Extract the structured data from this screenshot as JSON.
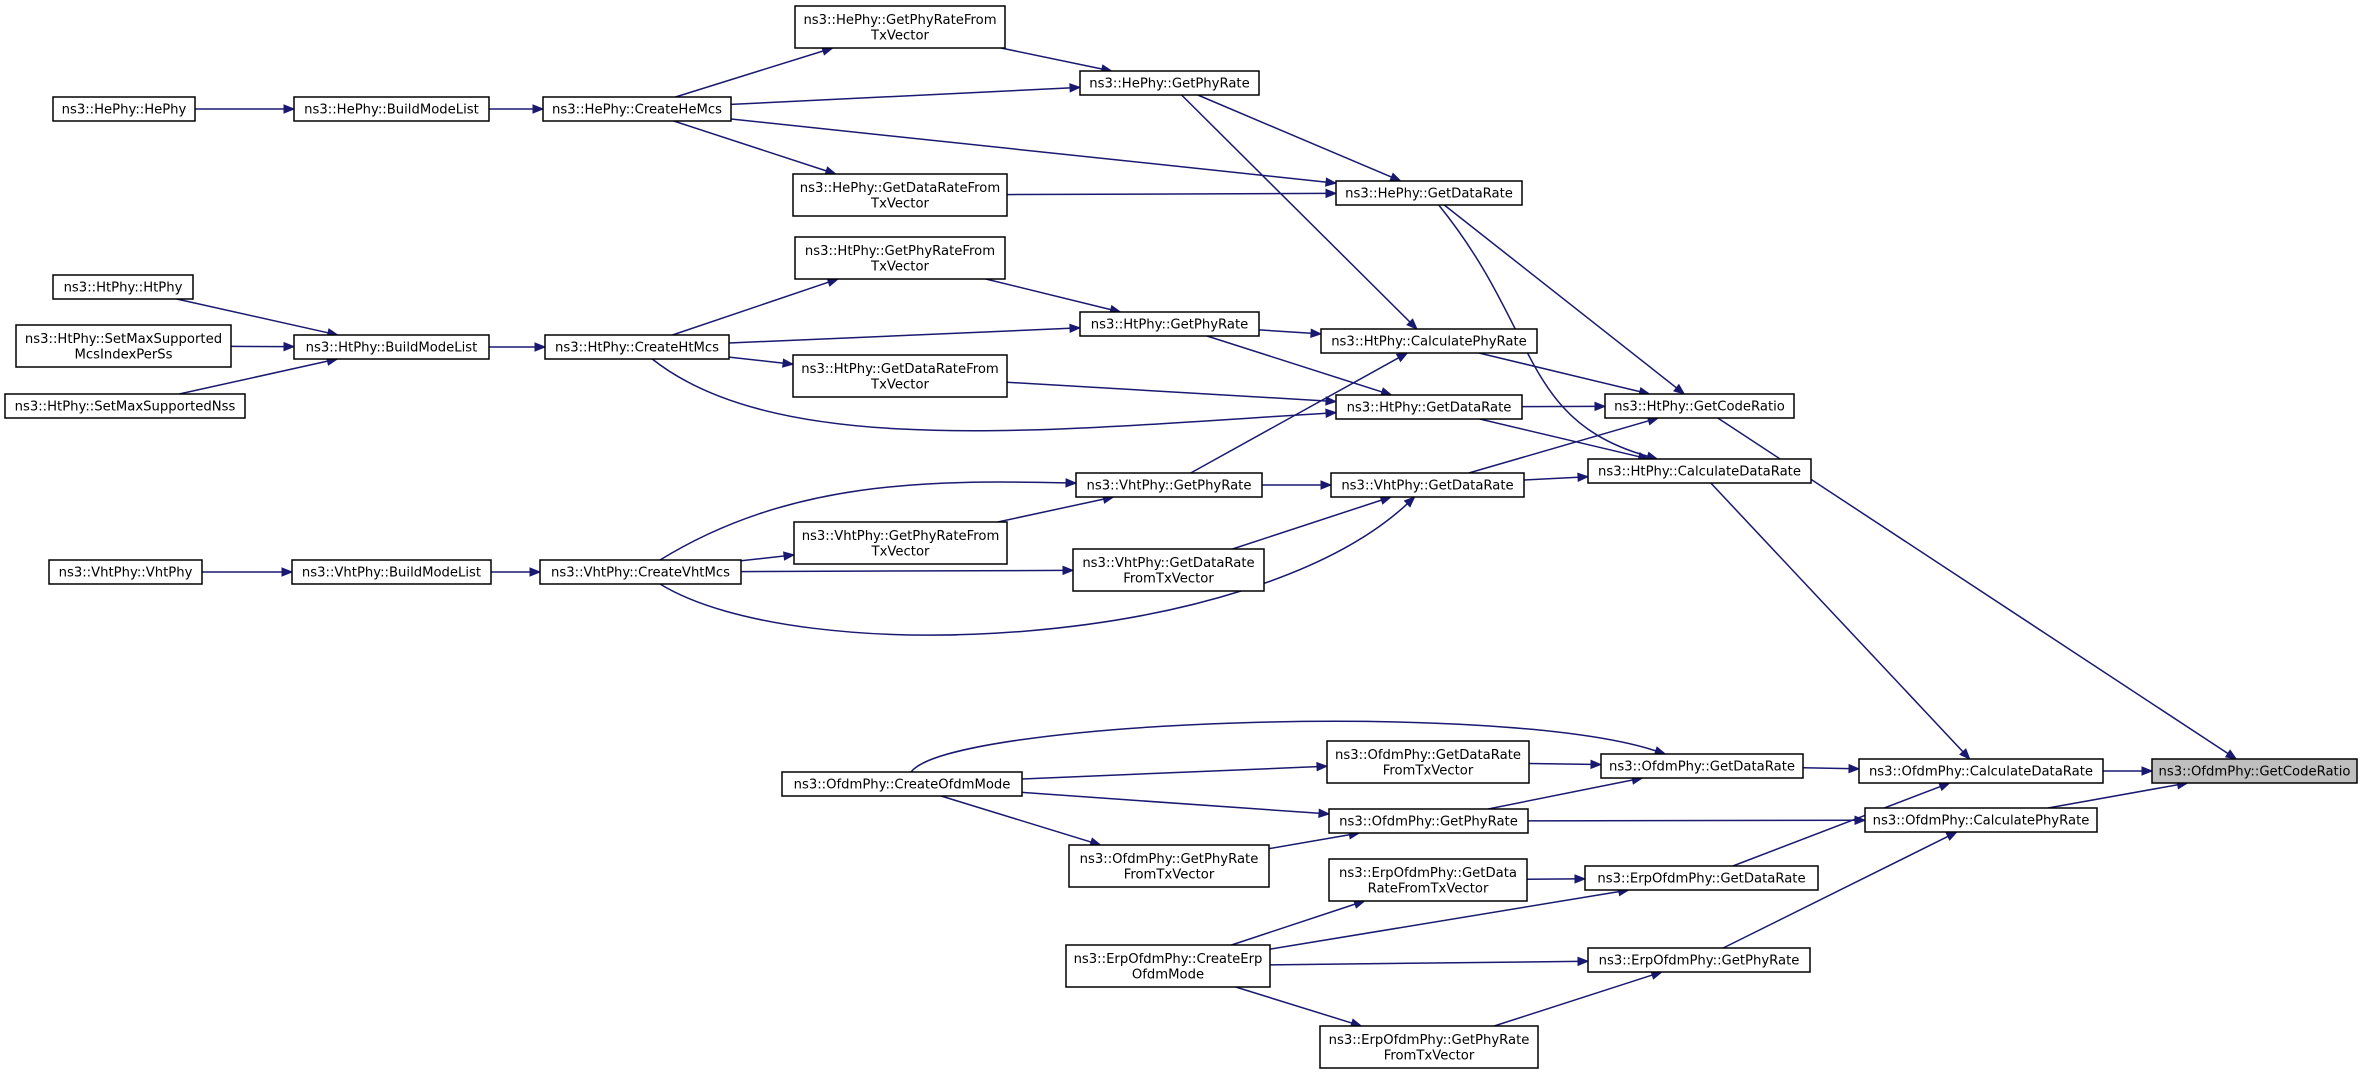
{
  "colors": {
    "edge": "#191970",
    "root_fill": "#bfbfbf",
    "node_fill": "#ffffff",
    "border": "#000000"
  },
  "nodes": [
    {
      "id": "ofdm_getcoderatio",
      "lines": [
        "ns3::OfdmPhy::GetCodeRatio"
      ],
      "root": true
    },
    {
      "id": "ofdm_calcdatarate",
      "lines": [
        "ns3::OfdmPhy::CalculateDataRate"
      ]
    },
    {
      "id": "ofdm_calcphyrate",
      "lines": [
        "ns3::OfdmPhy::CalculatePhyRate"
      ]
    },
    {
      "id": "ofdm_getdatarate",
      "lines": [
        "ns3::OfdmPhy::GetDataRate"
      ]
    },
    {
      "id": "ofdm_getphyrate",
      "lines": [
        "ns3::OfdmPhy::GetPhyRate"
      ]
    },
    {
      "id": "ofdm_getdataratefromtx",
      "lines": [
        "ns3::OfdmPhy::GetDataRate",
        "FromTxVector"
      ]
    },
    {
      "id": "ofdm_getphyratefromtx",
      "lines": [
        "ns3::OfdmPhy::GetPhyRate",
        "FromTxVector"
      ]
    },
    {
      "id": "ofdm_createofdmmode",
      "lines": [
        "ns3::OfdmPhy::CreateOfdmMode"
      ]
    },
    {
      "id": "erp_getdatarate",
      "lines": [
        "ns3::ErpOfdmPhy::GetDataRate"
      ]
    },
    {
      "id": "erp_getphyrate",
      "lines": [
        "ns3::ErpOfdmPhy::GetPhyRate"
      ]
    },
    {
      "id": "erp_getdataratefromtx",
      "lines": [
        "ns3::ErpOfdmPhy::GetData",
        "RateFromTxVector"
      ]
    },
    {
      "id": "erp_getphyratefromtx",
      "lines": [
        "ns3::ErpOfdmPhy::GetPhyRate",
        "FromTxVector"
      ]
    },
    {
      "id": "erp_createerpofdmmode",
      "lines": [
        "ns3::ErpOfdmPhy::CreateErp",
        "OfdmMode"
      ]
    },
    {
      "id": "ht_getcoderatio",
      "lines": [
        "ns3::HtPhy::GetCodeRatio"
      ]
    },
    {
      "id": "ht_calcdatarate",
      "lines": [
        "ns3::HtPhy::CalculateDataRate"
      ]
    },
    {
      "id": "ht_calcphyrate",
      "lines": [
        "ns3::HtPhy::CalculatePhyRate"
      ]
    },
    {
      "id": "ht_getdatarate",
      "lines": [
        "ns3::HtPhy::GetDataRate"
      ]
    },
    {
      "id": "ht_getphyrate",
      "lines": [
        "ns3::HtPhy::GetPhyRate"
      ]
    },
    {
      "id": "ht_getphyratefromtx",
      "lines": [
        "ns3::HtPhy::GetPhyRateFrom",
        "TxVector"
      ]
    },
    {
      "id": "ht_getdataratefromtx",
      "lines": [
        "ns3::HtPhy::GetDataRateFrom",
        "TxVector"
      ]
    },
    {
      "id": "ht_createhtmcs",
      "lines": [
        "ns3::HtPhy::CreateHtMcs"
      ]
    },
    {
      "id": "ht_buildmodelist",
      "lines": [
        "ns3::HtPhy::BuildModeList"
      ]
    },
    {
      "id": "ht_htphy",
      "lines": [
        "ns3::HtPhy::HtPhy"
      ]
    },
    {
      "id": "ht_setmaxsupportedmcs",
      "lines": [
        "ns3::HtPhy::SetMaxSupported",
        "McsIndexPerSs"
      ]
    },
    {
      "id": "ht_setmaxsupportednss",
      "lines": [
        "ns3::HtPhy::SetMaxSupportedNss"
      ]
    },
    {
      "id": "he_getdatarate",
      "lines": [
        "ns3::HePhy::GetDataRate"
      ]
    },
    {
      "id": "he_getphyrate",
      "lines": [
        "ns3::HePhy::GetPhyRate"
      ]
    },
    {
      "id": "he_getphyratefromtx",
      "lines": [
        "ns3::HePhy::GetPhyRateFrom",
        "TxVector"
      ]
    },
    {
      "id": "he_getdataratefromtx",
      "lines": [
        "ns3::HePhy::GetDataRateFrom",
        "TxVector"
      ]
    },
    {
      "id": "he_createhemcs",
      "lines": [
        "ns3::HePhy::CreateHeMcs"
      ]
    },
    {
      "id": "he_buildmodelist",
      "lines": [
        "ns3::HePhy::BuildModeList"
      ]
    },
    {
      "id": "he_hephy",
      "lines": [
        "ns3::HePhy::HePhy"
      ]
    },
    {
      "id": "vht_getdatarate",
      "lines": [
        "ns3::VhtPhy::GetDataRate"
      ]
    },
    {
      "id": "vht_getphyrate",
      "lines": [
        "ns3::VhtPhy::GetPhyRate"
      ]
    },
    {
      "id": "vht_getphyratefromtx",
      "lines": [
        "ns3::VhtPhy::GetPhyRateFrom",
        "TxVector"
      ]
    },
    {
      "id": "vht_getdataratefromtx",
      "lines": [
        "ns3::VhtPhy::GetDataRate",
        "FromTxVector"
      ]
    },
    {
      "id": "vht_createvhtmcs",
      "lines": [
        "ns3::VhtPhy::CreateVhtMcs"
      ]
    },
    {
      "id": "vht_buildmodelist",
      "lines": [
        "ns3::VhtPhy::BuildModeList"
      ]
    },
    {
      "id": "vht_vhtphy",
      "lines": [
        "ns3::VhtPhy::VhtPhy"
      ]
    }
  ],
  "edges": [
    [
      "ofdm_calcdatarate",
      "ofdm_getcoderatio"
    ],
    [
      "ofdm_calcphyrate",
      "ofdm_getcoderatio"
    ],
    [
      "ht_getcoderatio",
      "ofdm_getcoderatio"
    ],
    [
      "ofdm_getdatarate",
      "ofdm_calcdatarate"
    ],
    [
      "erp_getdatarate",
      "ofdm_calcdatarate"
    ],
    [
      "ht_calcdatarate",
      "ofdm_calcdatarate"
    ],
    [
      "ofdm_getphyrate",
      "ofdm_calcphyrate"
    ],
    [
      "erp_getphyrate",
      "ofdm_calcphyrate"
    ],
    [
      "ofdm_getdataratefromtx",
      "ofdm_getdatarate"
    ],
    [
      "ofdm_createofdmmode",
      "ofdm_getdatarate"
    ],
    [
      "ofdm_getphyrate",
      "ofdm_getdatarate"
    ],
    [
      "ofdm_createofdmmode",
      "ofdm_getdataratefromtx"
    ],
    [
      "ofdm_createofdmmode",
      "ofdm_getphyrate"
    ],
    [
      "ofdm_getphyratefromtx",
      "ofdm_getphyrate"
    ],
    [
      "ofdm_createofdmmode",
      "ofdm_getphyratefromtx"
    ],
    [
      "erp_getdataratefromtx",
      "erp_getdatarate"
    ],
    [
      "erp_createerpofdmmode",
      "erp_getdatarate"
    ],
    [
      "erp_createerpofdmmode",
      "erp_getdataratefromtx"
    ],
    [
      "erp_createerpofdmmode",
      "erp_getphyrate"
    ],
    [
      "erp_getphyratefromtx",
      "erp_getphyrate"
    ],
    [
      "erp_createerpofdmmode",
      "erp_getphyratefromtx"
    ],
    [
      "ht_getdatarate",
      "ht_getcoderatio"
    ],
    [
      "ht_calcphyrate",
      "ht_getcoderatio"
    ],
    [
      "he_getdatarate",
      "ht_getcoderatio"
    ],
    [
      "vht_getdatarate",
      "ht_getcoderatio"
    ],
    [
      "ht_getdatarate",
      "ht_calcdatarate"
    ],
    [
      "vht_getdatarate",
      "ht_calcdatarate"
    ],
    [
      "he_getdatarate",
      "ht_calcdatarate"
    ],
    [
      "ht_getphyrate",
      "ht_calcphyrate"
    ],
    [
      "vht_getphyrate",
      "ht_calcphyrate"
    ],
    [
      "he_getphyrate",
      "ht_calcphyrate"
    ],
    [
      "ht_getphyrate",
      "ht_getdatarate"
    ],
    [
      "ht_getdataratefromtx",
      "ht_getdatarate"
    ],
    [
      "ht_createhtmcs",
      "ht_getdatarate"
    ],
    [
      "ht_getphyratefromtx",
      "ht_getphyrate"
    ],
    [
      "ht_createhtmcs",
      "ht_getphyrate"
    ],
    [
      "ht_createhtmcs",
      "ht_getphyratefromtx"
    ],
    [
      "ht_createhtmcs",
      "ht_getdataratefromtx"
    ],
    [
      "ht_buildmodelist",
      "ht_createhtmcs"
    ],
    [
      "ht_htphy",
      "ht_buildmodelist"
    ],
    [
      "ht_setmaxsupportedmcs",
      "ht_buildmodelist"
    ],
    [
      "ht_setmaxsupportednss",
      "ht_buildmodelist"
    ],
    [
      "he_getphyrate",
      "he_getdatarate"
    ],
    [
      "he_getdataratefromtx",
      "he_getdatarate"
    ],
    [
      "he_createhemcs",
      "he_getdatarate"
    ],
    [
      "he_getphyratefromtx",
      "he_getphyrate"
    ],
    [
      "he_createhemcs",
      "he_getphyrate"
    ],
    [
      "he_createhemcs",
      "he_getphyratefromtx"
    ],
    [
      "he_createhemcs",
      "he_getdataratefromtx"
    ],
    [
      "he_buildmodelist",
      "he_createhemcs"
    ],
    [
      "he_hephy",
      "he_buildmodelist"
    ],
    [
      "vht_getphyrate",
      "vht_getdatarate"
    ],
    [
      "vht_getdataratefromtx",
      "vht_getdatarate"
    ],
    [
      "vht_createvhtmcs",
      "vht_getdatarate"
    ],
    [
      "vht_createvhtmcs",
      "vht_getphyrate"
    ],
    [
      "vht_getphyratefromtx",
      "vht_getphyrate"
    ],
    [
      "vht_createvhtmcs",
      "vht_getphyratefromtx"
    ],
    [
      "vht_createvhtmcs",
      "vht_getdataratefromtx"
    ],
    [
      "vht_buildmodelist",
      "vht_createvhtmcs"
    ],
    [
      "vht_vhtphy",
      "vht_buildmodelist"
    ]
  ]
}
